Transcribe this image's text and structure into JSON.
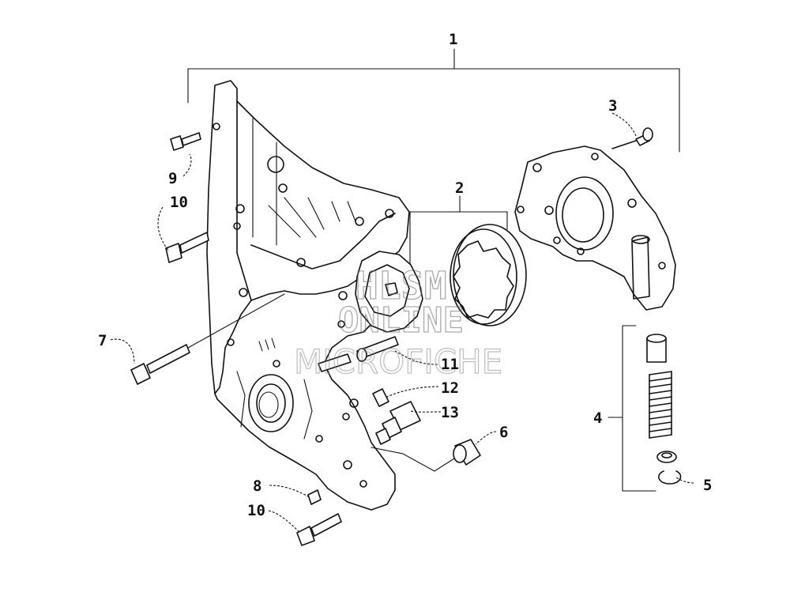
{
  "callouts": {
    "c1": "1",
    "c2": "2",
    "c3": "3",
    "c4": "4",
    "c5": "5",
    "c6": "6",
    "c7": "7",
    "c8": "8",
    "c9": "9",
    "c10a": "10",
    "c10b": "10",
    "c11": "11",
    "c12": "12",
    "c13": "13"
  },
  "watermark": {
    "line1": "HLSM",
    "line2": "ONLINE",
    "line3": "MICROFICHE"
  }
}
